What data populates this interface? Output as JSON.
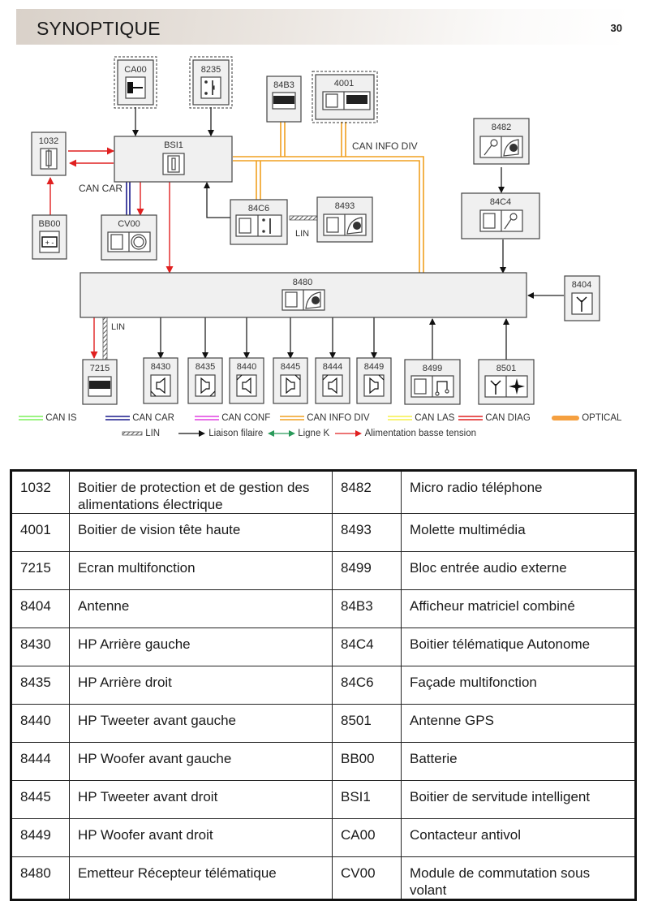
{
  "header": {
    "title": "SYNOPTIQUE",
    "page_number": "30"
  },
  "diagram": {
    "components": {
      "CA00": "CA00",
      "8235": "8235",
      "84B3": "84B3",
      "4001": "4001",
      "1032": "1032",
      "BSI1": "BSI1",
      "BB00": "BB00",
      "CV00": "CV00",
      "84C6": "84C6",
      "8493": "8493",
      "8482": "8482",
      "84C4": "84C4",
      "8480": "8480",
      "8404": "8404",
      "7215": "7215",
      "8430": "8430",
      "8435": "8435",
      "8440": "8440",
      "8445": "8445",
      "8444": "8444",
      "8449": "8449",
      "8499": "8499",
      "8501": "8501"
    },
    "labels": {
      "can_car": "CAN CAR",
      "can_info_div": "CAN INFO DIV",
      "lin_84c6": "LIN",
      "lin_7215": "LIN"
    },
    "colors": {
      "can_is": "#7cf05a",
      "can_car": "#1a1a8c",
      "can_conf": "#e040e0",
      "can_info_div": "#f0a020",
      "can_las": "#f5f04a",
      "can_diag": "#e02020",
      "optical": "#f5a040",
      "power": "#e02020",
      "wire": "#222222",
      "ligne_k": "#2a9a5a"
    }
  },
  "legend": {
    "row1": [
      {
        "label": "CAN IS",
        "type": "double",
        "color": "#7cf05a"
      },
      {
        "label": "CAN CAR",
        "type": "double",
        "color": "#1a1a8c"
      },
      {
        "label": "CAN CONF",
        "type": "double",
        "color": "#e040e0"
      },
      {
        "label": "CAN INFO DIV",
        "type": "double",
        "color": "#f0a020"
      },
      {
        "label": "CAN LAS",
        "type": "double",
        "color": "#f5f04a"
      },
      {
        "label": "CAN DIAG",
        "type": "double",
        "color": "#e02020"
      },
      {
        "label": "OPTICAL",
        "type": "thick",
        "color": "#f5a040"
      }
    ],
    "row2": [
      {
        "label": "LIN",
        "type": "hatched"
      },
      {
        "label": "Liaison filaire",
        "type": "arrow",
        "color": "#111111"
      },
      {
        "label": "Ligne K",
        "type": "double-arrow",
        "color": "#2a9a5a"
      },
      {
        "label": "Alimentation basse tension",
        "type": "arrow",
        "color": "#e02020"
      }
    ]
  },
  "table": {
    "rows": [
      {
        "code1": "1032",
        "desc1": "Boitier de protection et de gestion des alimentations électrique",
        "code2": "8482",
        "desc2": "Micro radio téléphone"
      },
      {
        "code1": "4001",
        "desc1": "Boitier de vision tête haute",
        "code2": "8493",
        "desc2": "Molette multimédia"
      },
      {
        "code1": "7215",
        "desc1": "Ecran multifonction",
        "code2": "8499",
        "desc2": "Bloc entrée audio externe"
      },
      {
        "code1": "8404",
        "desc1": "Antenne",
        "code2": "84B3",
        "desc2": "Afficheur matriciel combiné"
      },
      {
        "code1": "8430",
        "desc1": "HP Arrière gauche",
        "code2": "84C4",
        "desc2": "Boitier télématique Autonome"
      },
      {
        "code1": "8435",
        "desc1": "HP Arrière droit",
        "code2": "84C6",
        "desc2": "Façade multifonction"
      },
      {
        "code1": "8440",
        "desc1": "HP Tweeter avant gauche",
        "code2": "8501",
        "desc2": "Antenne GPS"
      },
      {
        "code1": "8444",
        "desc1": "HP Woofer avant gauche",
        "code2": "BB00",
        "desc2": "Batterie"
      },
      {
        "code1": "8445",
        "desc1": "HP Tweeter avant droit",
        "code2": "BSI1",
        "desc2": "Boitier de servitude intelligent"
      },
      {
        "code1": "8449",
        "desc1": "HP Woofer avant droit",
        "code2": "CA00",
        "desc2": "Contacteur antivol"
      },
      {
        "code1": "8480",
        "desc1": "Emetteur Récepteur télématique",
        "code2": "CV00",
        "desc2": "Module de commutation sous volant"
      }
    ]
  }
}
